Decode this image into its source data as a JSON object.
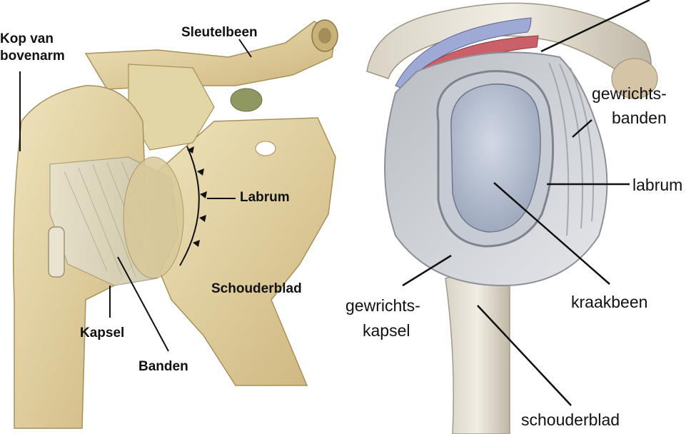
{
  "left_panel": {
    "labels": {
      "kop_line1": "Kop van",
      "kop_line2": "bovenarm",
      "sleutelbeen": "Sleutelbeen",
      "labrum": "Labrum",
      "schouderblad": "Schouderblad",
      "kapsel": "Kapsel",
      "banden": "Banden"
    }
  },
  "right_panel": {
    "labels": {
      "gewrichtsbanden_line1": "gewrichts-",
      "gewrichtsbanden_line2": "banden",
      "labrum": "labrum",
      "gewrichtskapsel_line1": "gewrichts-",
      "gewrichtskapsel_line2": "kapsel",
      "kraakbeen": "kraakbeen",
      "schouderblad": "schouderblad"
    }
  },
  "colors": {
    "bone": "#e6d7a8",
    "bone_shadow": "#c9b27a",
    "cartilage": "#a7b2c8",
    "capsule": "#c9cdd2",
    "muscle_red": "#c9606a",
    "muscle_blue": "#9fa9d6"
  }
}
